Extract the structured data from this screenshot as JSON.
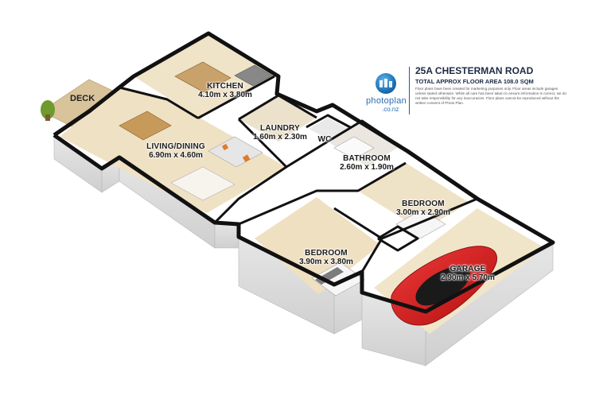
{
  "header": {
    "address": "25A CHESTERMAN ROAD",
    "floor_area": "TOTAL APPROX FLOOR AREA 108.0 SQM",
    "disclaimer": "Floor plans have been created for marketing purposes only. Floor areas include garages unless stated otherwise. While all care has been taken to ensure information is correct, we do not take responsibility for any inaccuracies. Floor plans cannot be reproduced without the written consent of Photo Plan.",
    "logo_text": "photoplan",
    "logo_sub": ".co.nz"
  },
  "rooms": [
    {
      "key": "kitchen",
      "name": "KITCHEN",
      "dims": "4.10m x 3.80m"
    },
    {
      "key": "living",
      "name": "LIVING/DINING",
      "dims": "6.90m x 4.60m"
    },
    {
      "key": "laundry",
      "name": "LAUNDRY",
      "dims": "1.60m x 2.30m"
    },
    {
      "key": "wc",
      "name": "WC",
      "dims": ""
    },
    {
      "key": "bathroom",
      "name": "BATHROOM",
      "dims": "2.60m x 1.90m"
    },
    {
      "key": "bedroom1",
      "name": "BEDROOM",
      "dims": "3.00m x 2.90m"
    },
    {
      "key": "bedroom2",
      "name": "BEDROOM",
      "dims": "3.90m x 3.80m"
    },
    {
      "key": "garage",
      "name": "GARAGE",
      "dims": "2.90m x 5.70m"
    }
  ],
  "deck_label": "DECK",
  "colors": {
    "wall_top": "#111111",
    "wall_side": "#dcdcdc",
    "floor": "#efe2c6",
    "garage_floor": "#f1e5c9",
    "car": "#d81e1e",
    "accent": "#1f6fb5"
  }
}
